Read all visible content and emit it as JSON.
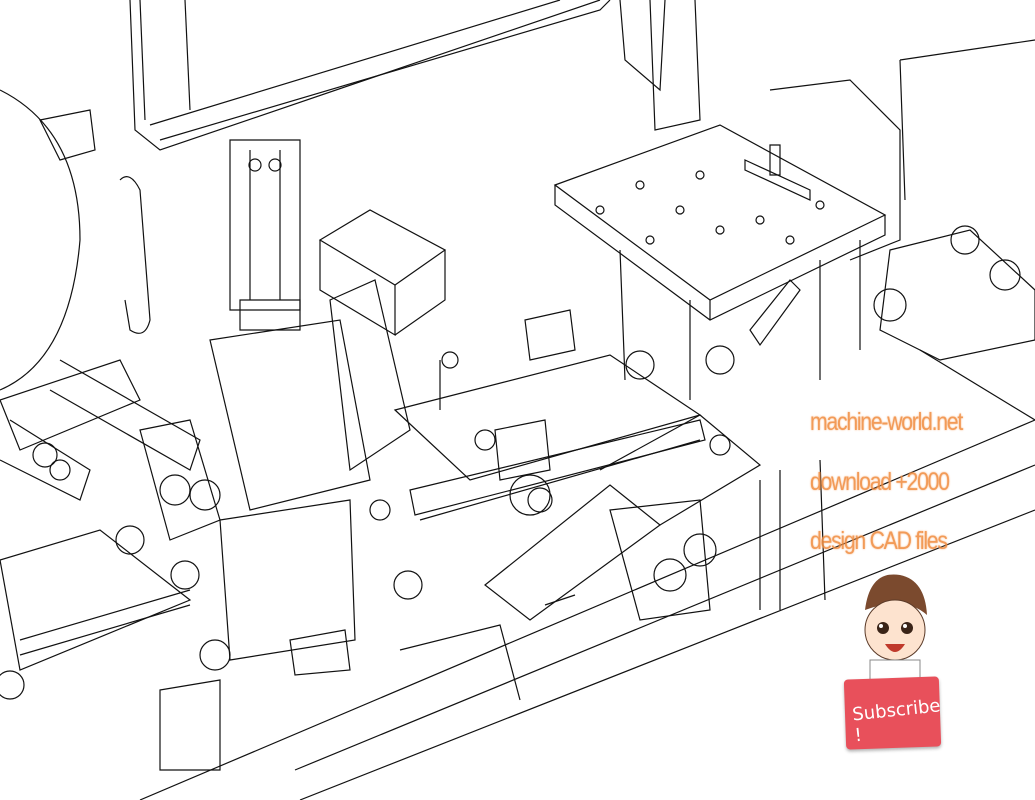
{
  "watermark": {
    "line1": "machine-world.net",
    "line2": "download +2000",
    "line3": "design CAD files",
    "color": "#f08a3c"
  },
  "subscribe_badge": {
    "label": "Subscribe !",
    "color": "#e8505b"
  },
  "mascot_icon": "cartoon-boy-mascot"
}
